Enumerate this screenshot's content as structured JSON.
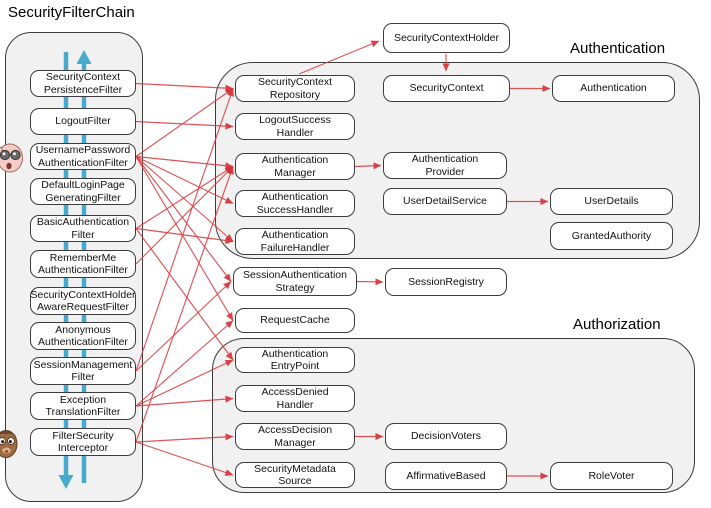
{
  "title": "SecurityFilterChain",
  "section_labels": {
    "authentication": "Authentication",
    "authorization": "Authorization"
  },
  "colors": {
    "edge": "#dd4045",
    "edge_head": "#d62e34",
    "flow_arrow": "#47aacd",
    "container_fill": "#f1f1f1",
    "box_border": "#3c3c3c"
  },
  "filters": [
    {
      "id": "security-context-persistence-filter",
      "label": "SecurityContext\nPersistenceFilter"
    },
    {
      "id": "logout-filter",
      "label": "LogoutFilter"
    },
    {
      "id": "username-password-authentication-filter",
      "label": "UsernamePassword\nAuthenticationFilter"
    },
    {
      "id": "default-login-page-generating-filter",
      "label": "DefaultLoginPage\nGeneratingFilter"
    },
    {
      "id": "basic-authentication-filter",
      "label": "BasicAuthentication\nFilter"
    },
    {
      "id": "remember-me-authentication-filter",
      "label": "RememberMe\nAuthenticationFilter"
    },
    {
      "id": "security-context-holder-aware-request-filter",
      "label": "SecurityContextHolder\nAwareRequestFilter"
    },
    {
      "id": "anonymous-authentication-filter",
      "label": "Anonymous\nAuthenticationFilter"
    },
    {
      "id": "session-management-filter",
      "label": "SessionManagement\nFilter"
    },
    {
      "id": "exception-translation-filter",
      "label": "Exception\nTranslationFilter"
    },
    {
      "id": "filter-security-interceptor",
      "label": "FilterSecurity\nInterceptor"
    }
  ],
  "components": [
    {
      "id": "security-context-repository",
      "label": "SecurityContext\nRepository"
    },
    {
      "id": "logout-success-handler",
      "label": "LogoutSuccess\nHandler"
    },
    {
      "id": "authentication-manager",
      "label": "Authentication\nManager"
    },
    {
      "id": "authentication-success-handler",
      "label": "Authentication\nSuccessHandler"
    },
    {
      "id": "authentication-failure-handler",
      "label": "Authentication\nFailureHandler"
    },
    {
      "id": "session-authentication-strategy",
      "label": "SessionAuthentication\nStrategy"
    },
    {
      "id": "request-cache",
      "label": "RequestCache"
    },
    {
      "id": "authentication-entry-point",
      "label": "Authentication\nEntryPoint"
    },
    {
      "id": "access-denied-handler",
      "label": "AccessDenied\nHandler"
    },
    {
      "id": "access-decision-manager",
      "label": "AccessDecision\nManager"
    },
    {
      "id": "security-metadata-source",
      "label": "SecurityMetadata\nSource"
    },
    {
      "id": "security-context-holder",
      "label": "SecurityContextHolder"
    },
    {
      "id": "security-context",
      "label": "SecurityContext"
    },
    {
      "id": "authentication",
      "label": "Authentication"
    },
    {
      "id": "authentication-provider",
      "label": "Authentication\nProvider"
    },
    {
      "id": "user-detail-service",
      "label": "UserDetailService"
    },
    {
      "id": "user-details",
      "label": "UserDetails"
    },
    {
      "id": "granted-authority",
      "label": "GrantedAuthority"
    },
    {
      "id": "session-registry",
      "label": "SessionRegistry"
    },
    {
      "id": "decision-voters",
      "label": "DecisionVoters"
    },
    {
      "id": "affirmative-based",
      "label": "AffirmativeBased"
    },
    {
      "id": "role-voter",
      "label": "RoleVoter"
    }
  ],
  "edges": [
    {
      "from": "security-context-persistence-filter",
      "to": "security-context-repository"
    },
    {
      "from": "logout-filter",
      "to": "logout-success-handler"
    },
    {
      "from": "username-password-authentication-filter",
      "to": "security-context-repository"
    },
    {
      "from": "username-password-authentication-filter",
      "to": "authentication-manager"
    },
    {
      "from": "username-password-authentication-filter",
      "to": "authentication-success-handler"
    },
    {
      "from": "username-password-authentication-filter",
      "to": "authentication-failure-handler"
    },
    {
      "from": "username-password-authentication-filter",
      "to": "session-authentication-strategy"
    },
    {
      "from": "username-password-authentication-filter",
      "to": "request-cache"
    },
    {
      "from": "basic-authentication-filter",
      "to": "authentication-manager"
    },
    {
      "from": "basic-authentication-filter",
      "to": "authentication-failure-handler"
    },
    {
      "from": "basic-authentication-filter",
      "to": "authentication-entry-point"
    },
    {
      "from": "remember-me-authentication-filter",
      "to": "authentication-manager"
    },
    {
      "from": "session-management-filter",
      "to": "security-context-repository"
    },
    {
      "from": "session-management-filter",
      "to": "session-authentication-strategy"
    },
    {
      "from": "exception-translation-filter",
      "to": "request-cache"
    },
    {
      "from": "exception-translation-filter",
      "to": "authentication-entry-point"
    },
    {
      "from": "exception-translation-filter",
      "to": "access-denied-handler"
    },
    {
      "from": "filter-security-interceptor",
      "to": "authentication-manager"
    },
    {
      "from": "filter-security-interceptor",
      "to": "access-decision-manager"
    },
    {
      "from": "filter-security-interceptor",
      "to": "security-metadata-source"
    },
    {
      "from": "security-context-repository",
      "to": "security-context-holder"
    },
    {
      "from": "security-context-holder",
      "to": "security-context"
    },
    {
      "from": "security-context",
      "to": "authentication"
    },
    {
      "from": "authentication-manager",
      "to": "authentication-provider"
    },
    {
      "from": "user-detail-service",
      "to": "user-details"
    },
    {
      "from": "session-authentication-strategy",
      "to": "session-registry"
    },
    {
      "from": "access-decision-manager",
      "to": "decision-voters"
    },
    {
      "from": "affirmative-based",
      "to": "role-voter"
    }
  ],
  "flow": {
    "request_direction": "down",
    "response_direction": "up"
  }
}
